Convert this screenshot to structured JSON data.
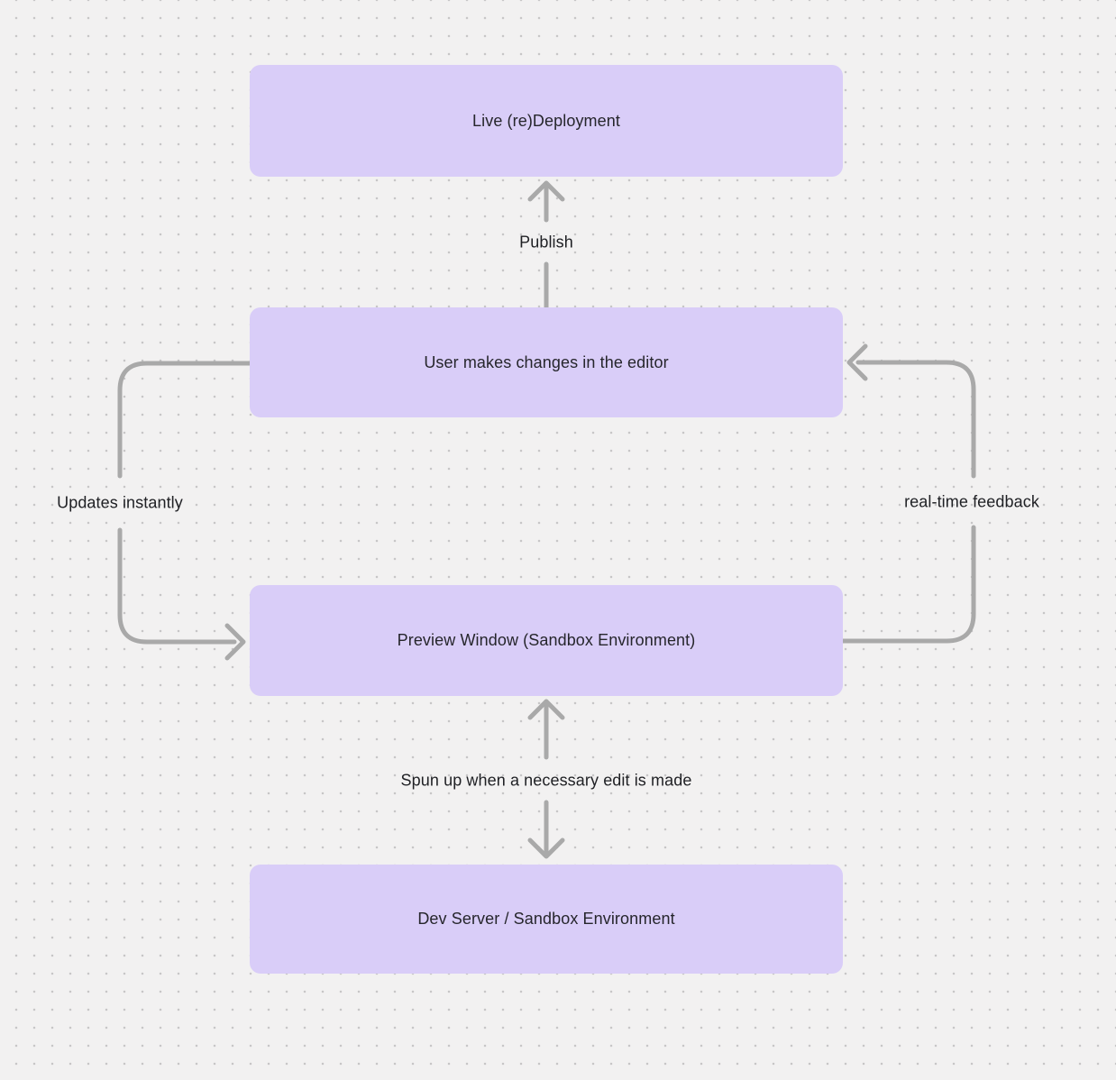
{
  "diagram": {
    "type": "flowchart",
    "nodes": [
      {
        "id": "live-redeployment",
        "label": "Live (re)Deployment"
      },
      {
        "id": "user-editor",
        "label": "User makes changes in the editor"
      },
      {
        "id": "preview-window",
        "label": "Preview Window (Sandbox Environment)"
      },
      {
        "id": "dev-server",
        "label": "Dev Server / Sandbox Environment"
      }
    ],
    "edges": [
      {
        "id": "publish",
        "from": "user-editor",
        "to": "live-redeployment",
        "label": "Publish",
        "direction": "up"
      },
      {
        "id": "updates-instantly",
        "from": "user-editor",
        "to": "preview-window",
        "label": "Updates instantly",
        "direction": "left-loop-down"
      },
      {
        "id": "realtime-feedback",
        "from": "preview-window",
        "to": "user-editor",
        "label": "real-time feedback",
        "direction": "right-loop-up"
      },
      {
        "id": "spun-up",
        "from": "preview-window",
        "to": "dev-server",
        "label": "Spun up when a necessary edit is made",
        "direction": "bidirectional"
      }
    ],
    "colors": {
      "background": "#f2f1f1",
      "grid_dot": "#c7c6c7",
      "node_fill": "#d9cdf8",
      "node_text": "#26262c",
      "arrow": "#a9a9a9",
      "label_text": "#1f2024"
    }
  }
}
